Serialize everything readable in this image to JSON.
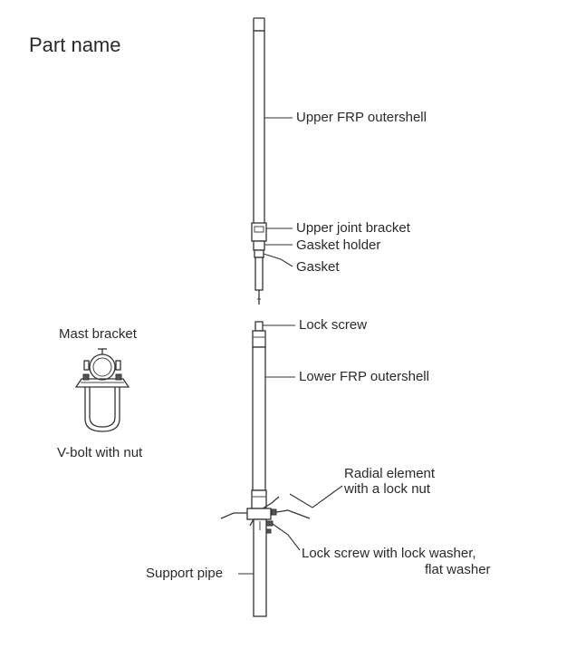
{
  "title": "Part name",
  "labels": {
    "upper_frp": "Upper FRP outershell",
    "upper_joint": "Upper joint bracket",
    "gasket_holder": "Gasket holder",
    "gasket": "Gasket",
    "lock_screw": "Lock screw",
    "lower_frp": "Lower FRP outershell",
    "radial_line1": "Radial element",
    "radial_line2": "with a lock nut",
    "lock_washer_line1": "Lock screw with lock washer,",
    "lock_washer_line2": "flat washer",
    "support_pipe": "Support pipe",
    "mast_bracket": "Mast bracket",
    "vbolt": "V-bolt with nut"
  },
  "colors": {
    "line": "#333333",
    "text": "#2a2a2a",
    "background": "#ffffff"
  }
}
